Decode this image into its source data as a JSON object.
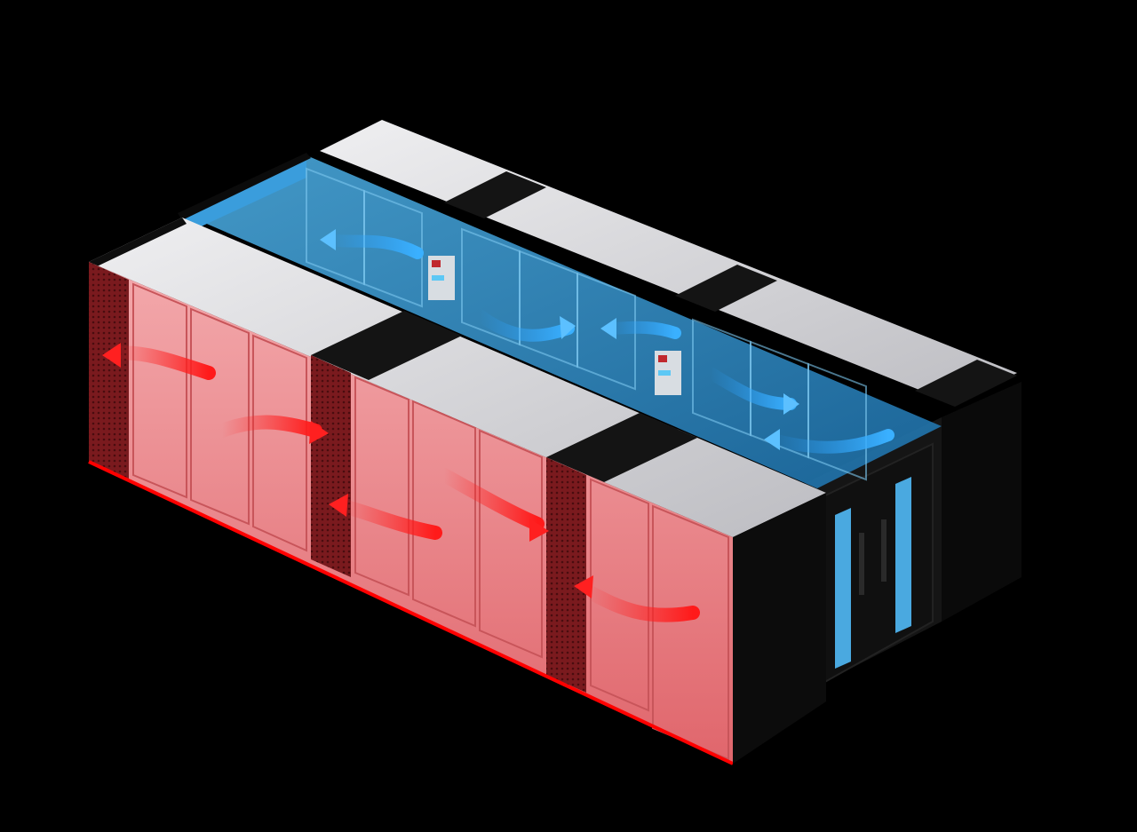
{
  "image": {
    "caption": "Isometric render of a modular data-center pod with hot-aisle (red) and cold-aisle (blue) containment and airflow arrows",
    "background": "#000000",
    "colors": {
      "hot_aisle": "#e8535a",
      "hot_aisle_light": "#f2a3a6",
      "hot_edge": "#ff0000",
      "cold_aisle": "#2f8fd0",
      "cold_aisle_light": "#7cc6ef",
      "cabinet_top": "#d9d9dc",
      "frame": "#111111",
      "door_glass": "#4aa9e0"
    },
    "labels": {
      "hot_zone": "Hot aisle airflow",
      "cold_zone": "Cold aisle airflow",
      "controller": "Cooling unit display",
      "end_doors": "Containment end doors"
    }
  }
}
